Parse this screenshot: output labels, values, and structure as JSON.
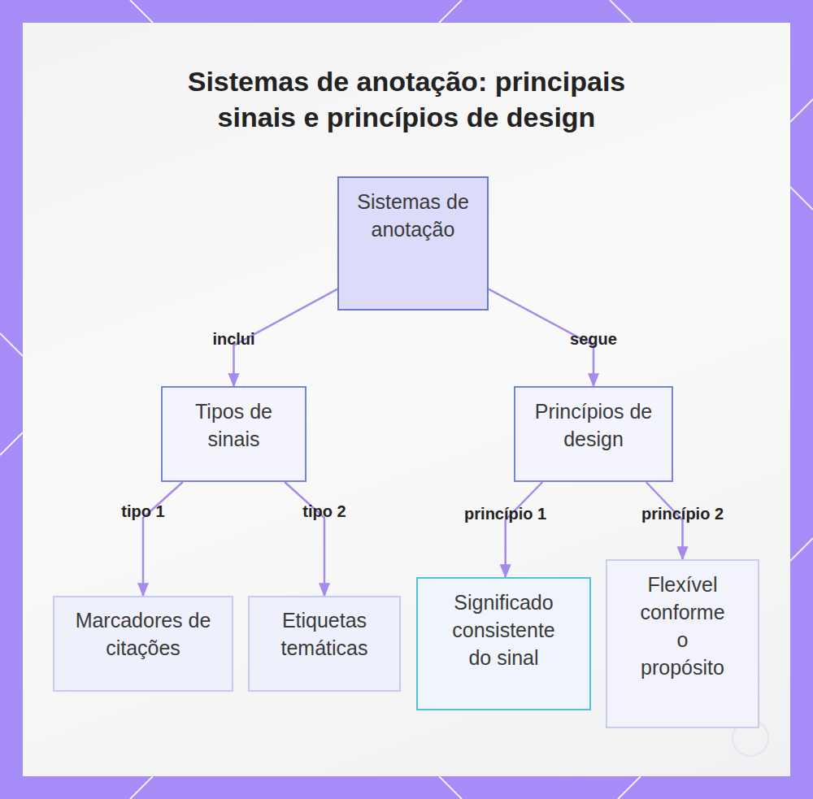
{
  "diagram": {
    "title": "Sistemas de anotação: principais sinais e princípios de design",
    "nodes": [
      {
        "text": [
          "Sistemas de anotação"
        ]
      },
      {
        "text": [
          "Tipos de sinais"
        ]
      },
      {
        "text": [
          "Princípios de design"
        ]
      },
      {
        "text": [
          "Marcadores de citações"
        ]
      },
      {
        "text": [
          "Etiquetas temáticas"
        ]
      },
      {
        "text": [
          "Significado consistente do sinal"
        ]
      },
      {
        "text": [
          "Flexível conforme o propósito"
        ]
      }
    ],
    "edges": [
      {
        "from": 0,
        "to": 1,
        "label": "inclui",
        "arrow": "to"
      },
      {
        "from": 0,
        "to": 2,
        "label": "segue",
        "arrow": "to"
      },
      {
        "from": 1,
        "to": 3,
        "label": "tipo 1",
        "arrow": "to"
      },
      {
        "from": 1,
        "to": 4,
        "label": "tipo 2",
        "arrow": "to"
      },
      {
        "from": 2,
        "to": 5,
        "label": "princípio 1",
        "arrow": "to"
      },
      {
        "from": 2,
        "to": 6,
        "label": "princípio 2",
        "arrow": "to"
      }
    ]
  }
}
